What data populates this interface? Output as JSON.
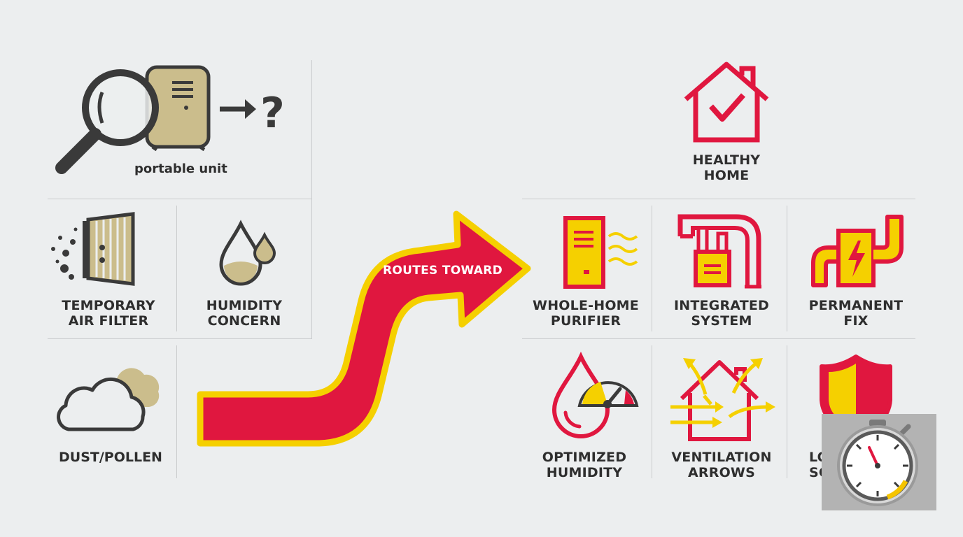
{
  "left_panel": {
    "portable_unit": "portable unit",
    "temporary_air_filter": [
      "TEMPORARY",
      "AIR FILTER"
    ],
    "humidity_concern": [
      "HUMIDITY",
      "CONCERN"
    ],
    "dust_pollen": "DUST/POLLEN"
  },
  "center_arrow": {
    "label": "ROUTES TOWARD"
  },
  "right_panel": {
    "healthy_home": [
      "HEALTHY",
      "HOME"
    ],
    "whole_home_purifier": [
      "WHOLE-HOME",
      "PURIFIER"
    ],
    "integrated_system": [
      "INTEGRATED",
      "SYSTEM"
    ],
    "permanent_fix": [
      "PERMANENT",
      "FIX"
    ],
    "optimized_humidity": [
      "OPTIMIZED",
      "HUMIDITY"
    ],
    "ventilation_arrows": [
      "VENTILATION",
      "ARROWS"
    ],
    "lower_score_partial": [
      "LO",
      "SC"
    ]
  },
  "colors": {
    "red": "#e0173f",
    "yellow": "#f5d000",
    "tan": "#cbbd8c",
    "dark": "#3a3a3a",
    "background": "#eceeef"
  },
  "icons": [
    "magnifier-icon",
    "portable-unit-icon",
    "question-arrow-icon",
    "air-filter-icon",
    "water-drops-icon",
    "cloud-icon",
    "house-check-icon",
    "purifier-icon",
    "integrated-system-icon",
    "permanent-fix-icon",
    "humidity-gauge-icon",
    "ventilation-house-icon",
    "shield-icon",
    "stopwatch-icon"
  ]
}
